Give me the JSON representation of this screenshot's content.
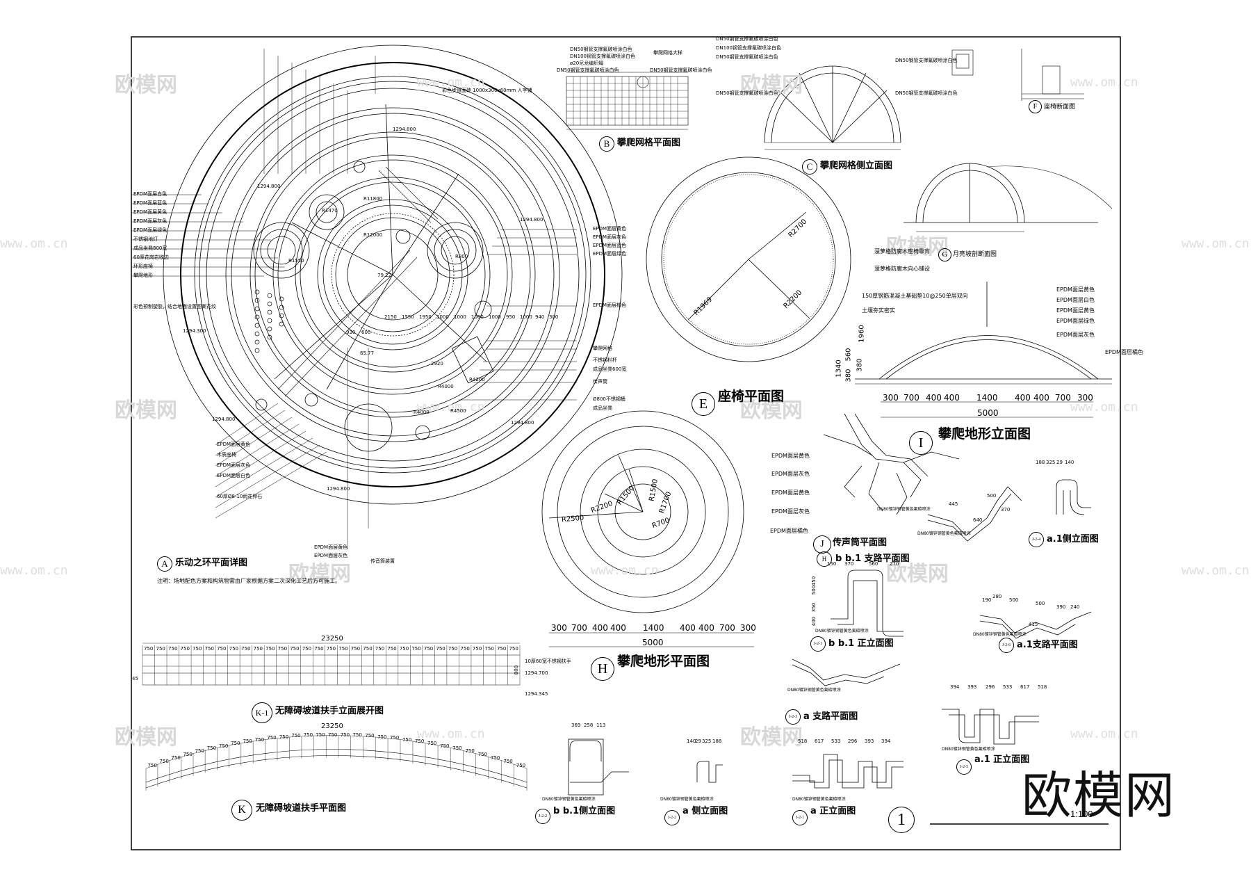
{
  "watermarks": {
    "brand": "欧模网",
    "url": "www.om.cn"
  },
  "logo": "欧模网",
  "scale": "1:100",
  "sheet_number": "1",
  "note": "注明：场地配色方案和构筑物需由厂家根据方案二次深化工艺后方可施工。",
  "views": {
    "A": {
      "letter": "A",
      "title": "乐动之环平面详图"
    },
    "B": {
      "letter": "B",
      "title": "攀爬网格平面图"
    },
    "C": {
      "letter": "C",
      "title": "攀爬网格侧立面图"
    },
    "E": {
      "letter": "E",
      "title": "座椅平面图"
    },
    "F": {
      "letter": "F",
      "title": "座椅断面图"
    },
    "G": {
      "letter": "G",
      "title": "月亮坡剖断面图"
    },
    "H": {
      "letter": "H",
      "title": "攀爬地形平面图"
    },
    "I": {
      "letter": "I",
      "title": "攀爬地形立面图"
    },
    "J": {
      "letter": "J",
      "title": "传声筒平面图"
    },
    "K": {
      "letter": "K",
      "title": "无障碍坡道扶手平面图"
    },
    "K1": {
      "letter": "K-1",
      "title": "无障碍坡道扶手立面展开图"
    },
    "Hb1": {
      "letter": "H",
      "title": "b b.1 支路平面图"
    },
    "J24": {
      "letter": "J-2-4",
      "title": "a.1侧立面图"
    },
    "J21": {
      "letter": "J-2-1",
      "title": "b b.1 正立面图"
    },
    "J26": {
      "letter": "J-2-6",
      "title": "a.1支路平面图"
    },
    "J23": {
      "letter": "J-2-3",
      "title": "a 支路平面图"
    },
    "J25": {
      "letter": "J-2-5",
      "title": "a.1 正立面图"
    },
    "J22": {
      "letter": "J-2-2",
      "title": "b b.1侧立面图"
    },
    "J27": {
      "letter": "J-2-2",
      "title": "a 侧立面图"
    },
    "J28": {
      "letter": "J-2-1",
      "title": "a 正立面图"
    }
  },
  "plan_A": {
    "elev_labels": [
      "1294.800",
      "1294.800",
      "1294.800",
      "1294.300",
      "1294.800",
      "1294.800",
      "1294.800"
    ],
    "left_callouts": [
      "EPDM面层白色",
      "EPDM面层蓝色",
      "EPDM面层黄色",
      "EPDM面层灰色",
      "EPDM面层绿色",
      "不锈钢地灯",
      "成品坐凳800宽",
      "60厚花岗岩收边",
      "环形座椅",
      "攀爬地形"
    ],
    "right_callouts": [
      "EPDM面层黄色",
      "EPDM面层灰色",
      "EPDM面层蓝色",
      "EPDM面层绿色",
      "EPDM面层橘色",
      "攀爬网格",
      "不锈钢栏杆",
      "成品坐凳600宽",
      "传声筒",
      "Ø800不锈钢桶",
      "成品坐凳"
    ],
    "bottom_callouts": [
      "EPDM面层黄色",
      "木质座椅",
      "EPDM面层灰色",
      "EPDM面层白色",
      "60厚Ø8-10雨花卵石",
      "EPDM面层黄色",
      "EPDM面层灰色",
      "传音筒装置"
    ],
    "top_note": "彩色步道面砖 1000x300x60mm 人字铺",
    "left_note": "彩色预制塑胶，结合地面设置图案花纹",
    "radii": [
      "R11800",
      "R12000",
      "R4000",
      "R4200",
      "R4500",
      "R4000"
    ],
    "ring_dims": [
      "2150",
      "1550",
      "1950",
      "1000",
      "1000",
      "1000",
      "1000",
      "950",
      "1000",
      "940",
      "300"
    ],
    "other_dims": [
      "930",
      "600",
      "2920",
      "79.22",
      "65.77",
      "R1470",
      "R1550",
      "R800"
    ]
  },
  "view_B": {
    "callouts": [
      "DN50钢管支撑氟碳喷涂白色",
      "DN100钢管支撑氟碳喷涂白色",
      "ø20尼龙编织绳",
      "DN50钢管支撑氟碳喷涂白色",
      "攀爬网格大样",
      "DN50钢管支撑氟碳喷涂白色"
    ]
  },
  "view_C": {
    "callouts": [
      "DN50钢管支撑氟碳喷涂白色",
      "DN100钢管支撑氟碳喷涂白色",
      "DN50钢管支撑氟碳喷涂白色",
      "DN50钢管支撑氟碳喷涂白色",
      "DN50钢管支撑氟碳喷涂白色",
      "DN50钢管支撑氟碳喷涂白色"
    ]
  },
  "view_E": {
    "radii": [
      "R2700",
      "R1969",
      "R2200"
    ],
    "callouts": [
      "菠萝格防腐木座椅靠背",
      "菠萝格防腐木向心铺设"
    ]
  },
  "view_I": {
    "callouts": [
      "EPDM面层黄色",
      "EPDM面层白色",
      "EPDM面层黄色",
      "EPDM面层绿色",
      "EPDM面层灰色",
      "EPDM面层橘色"
    ],
    "left_notes": [
      "150厚钢筋混凝土基础垫10@250单层双向",
      "土壤夯实密实"
    ],
    "heights": [
      "1340",
      "560",
      "380",
      "1960",
      "380"
    ],
    "dims": [
      "300",
      "700",
      "400",
      "400",
      "1400",
      "400",
      "400",
      "700",
      "300"
    ],
    "total": "5000"
  },
  "view_H": {
    "radii": [
      "R1500",
      "R1700",
      "R2200",
      "R1500",
      "R700",
      "R2500"
    ],
    "callouts": [
      "EPDM面层黄色",
      "EPDM面层灰色",
      "EPDM面层黄色",
      "EPDM面层灰色",
      "EPDM面层橘色"
    ],
    "dims": [
      "300",
      "700",
      "400",
      "400",
      "1400",
      "400",
      "400",
      "700",
      "300"
    ],
    "total": "5000"
  },
  "view_K1": {
    "total": "23250",
    "segments": "750",
    "left_label": "45",
    "height": "800",
    "elev_top": "1294.700",
    "elev_bottom": "1294.345",
    "callout": "10厚60宽不锈钢扶手"
  },
  "view_K": {
    "total": "23250",
    "segments": "750"
  },
  "pipe_label": "DN80镀锌钢管黄色氟碳喷涂",
  "detail_dims": {
    "a1_side": [
      "188",
      "325",
      "29",
      "140"
    ],
    "b_front": [
      "150",
      "370",
      "560",
      "270"
    ],
    "a1_branch": [
      "190",
      "280",
      "500",
      "500",
      "390",
      "240",
      "415"
    ],
    "b_branch": [
      "445",
      "640",
      "500",
      "370"
    ],
    "a1_front": [
      "394",
      "393",
      "296",
      "533",
      "617",
      "518"
    ],
    "b1_side": [
      "369",
      "258",
      "113"
    ],
    "a_side": [
      "140",
      "29",
      "325",
      "188"
    ],
    "a_front": [
      "518",
      "617",
      "533",
      "296",
      "393",
      "394"
    ],
    "heights": [
      "500",
      "350",
      "400",
      "450"
    ]
  }
}
